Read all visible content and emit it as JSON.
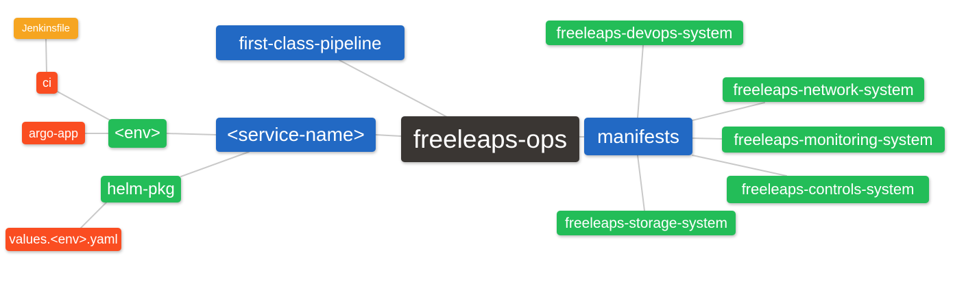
{
  "palette": {
    "root_node": "#3a3633",
    "primary_node": "#2269c4",
    "success_node": "#23bd58",
    "danger_node": "#fa4d21",
    "warning_node": "#f6a521",
    "node_text": "#ffffff",
    "connector": "#c9c9c9",
    "background": "#ffffff"
  },
  "diagram": {
    "type": "mindmap",
    "root": "freeleaps-ops",
    "nodes": [
      {
        "id": "freeleaps-ops",
        "label": "freeleaps-ops",
        "role": "root_node"
      },
      {
        "id": "first-class-pipeline",
        "label": "first-class-pipeline",
        "role": "primary_node"
      },
      {
        "id": "service-name",
        "label": "<service-name>",
        "role": "primary_node"
      },
      {
        "id": "manifests",
        "label": "manifests",
        "role": "primary_node"
      },
      {
        "id": "env",
        "label": "<env>",
        "role": "success_node"
      },
      {
        "id": "helm-pkg",
        "label": "helm-pkg",
        "role": "success_node"
      },
      {
        "id": "ci",
        "label": "ci",
        "role": "danger_node"
      },
      {
        "id": "argo-app",
        "label": "argo-app",
        "role": "danger_node"
      },
      {
        "id": "values-env-yaml",
        "label": "values.<env>.yaml",
        "role": "danger_node"
      },
      {
        "id": "jenkinsfile",
        "label": "Jenkinsfile",
        "role": "warning_node"
      },
      {
        "id": "freeleaps-devops-system",
        "label": "freeleaps-devops-system",
        "role": "success_node"
      },
      {
        "id": "freeleaps-network-system",
        "label": "freeleaps-network-system",
        "role": "success_node"
      },
      {
        "id": "freeleaps-monitoring-system",
        "label": "freeleaps-monitoring-system",
        "role": "success_node"
      },
      {
        "id": "freeleaps-controls-system",
        "label": "freeleaps-controls-system",
        "role": "success_node"
      },
      {
        "id": "freeleaps-storage-system",
        "label": "freeleaps-storage-system",
        "role": "success_node"
      }
    ],
    "edges": [
      {
        "from": "jenkinsfile",
        "to": "ci"
      },
      {
        "from": "ci",
        "to": "env"
      },
      {
        "from": "argo-app",
        "to": "env"
      },
      {
        "from": "env",
        "to": "service-name"
      },
      {
        "from": "service-name",
        "to": "helm-pkg"
      },
      {
        "from": "helm-pkg",
        "to": "values-env-yaml"
      },
      {
        "from": "first-class-pipeline",
        "to": "freeleaps-ops"
      },
      {
        "from": "service-name",
        "to": "freeleaps-ops"
      },
      {
        "from": "freeleaps-ops",
        "to": "manifests"
      },
      {
        "from": "manifests",
        "to": "freeleaps-devops-system"
      },
      {
        "from": "manifests",
        "to": "freeleaps-network-system"
      },
      {
        "from": "manifests",
        "to": "freeleaps-monitoring-system"
      },
      {
        "from": "manifests",
        "to": "freeleaps-controls-system"
      },
      {
        "from": "manifests",
        "to": "freeleaps-storage-system"
      }
    ]
  }
}
